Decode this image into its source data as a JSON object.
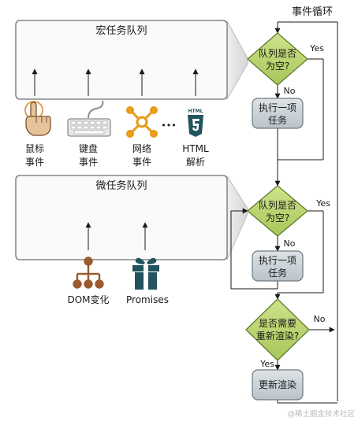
{
  "event_loop_label": "事件循环",
  "macro_queue": {
    "title": "宏任务队列",
    "sources": [
      {
        "line1": "鼠标",
        "line2": "事件",
        "icon": "pointer-hand-icon"
      },
      {
        "line1": "键盘",
        "line2": "事件",
        "icon": "keyboard-icon"
      },
      {
        "line1": "网络",
        "line2": "事件",
        "icon": "network-icon"
      },
      {
        "line1": "HTML",
        "line2": "解析",
        "icon": "html5-icon"
      }
    ],
    "ellipsis": "•••"
  },
  "micro_queue": {
    "title": "微任务队列",
    "sources": [
      {
        "label": "DOM变化",
        "icon": "dom-tree-icon"
      },
      {
        "label": "Promises",
        "icon": "gift-icon"
      }
    ]
  },
  "macro_check": {
    "line1": "队列是否",
    "line2": "为空?",
    "yes": "Yes",
    "no": "No"
  },
  "macro_run": {
    "line1": "执行一项",
    "line2": "任务"
  },
  "micro_check": {
    "line1": "队列是否",
    "line2": "为空?",
    "yes": "Yes",
    "no": "No"
  },
  "micro_run": {
    "line1": "执行一项",
    "line2": "任务"
  },
  "render_check": {
    "line1": "是否需要",
    "line2": "重新渲染?",
    "yes": "Yes",
    "no": "No"
  },
  "render_run": {
    "label": "更新渲染"
  },
  "watermark": "@稀土掘金技术社区",
  "colors": {
    "diamond": "#b7d36b",
    "task_box": "#c9d1d6",
    "icon_brown": "#9a5a2e",
    "icon_orange": "#f0a020",
    "icon_teal": "#21545c"
  }
}
